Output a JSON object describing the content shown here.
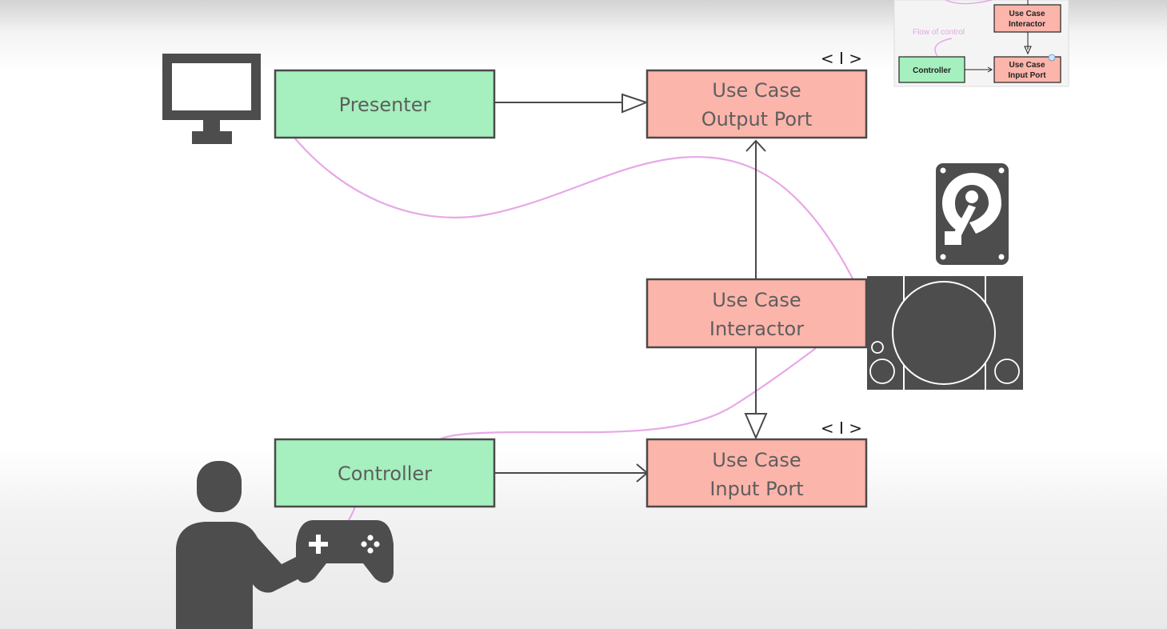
{
  "diagram": {
    "boxes": {
      "presenter": {
        "label": "Presenter"
      },
      "output_port": {
        "line1": "Use Case",
        "line2": "Output Port",
        "stereotype": "< I >"
      },
      "interactor": {
        "line1": "Use Case",
        "line2": "Interactor"
      },
      "controller": {
        "label": "Controller"
      },
      "input_port": {
        "line1": "Use Case",
        "line2": "Input Port",
        "stereotype": "< I >"
      }
    },
    "icons": [
      "monitor-icon",
      "hard-drive-icon",
      "game-console-icon",
      "person-icon",
      "gamepad-icon"
    ]
  },
  "inset": {
    "interactor": {
      "line1": "Use Case",
      "line2": "Interactor"
    },
    "controller": {
      "label": "Controller"
    },
    "input_port": {
      "line1": "Use Case",
      "line2": "Input Port"
    },
    "flow_label": "Flow of control"
  },
  "colors": {
    "green": "#a5f0be",
    "salmon": "#fcb5ab",
    "icon_gray": "#4d4d4d",
    "flow_pink": "#e7a8e7",
    "stroke": "#4a4a4a"
  }
}
